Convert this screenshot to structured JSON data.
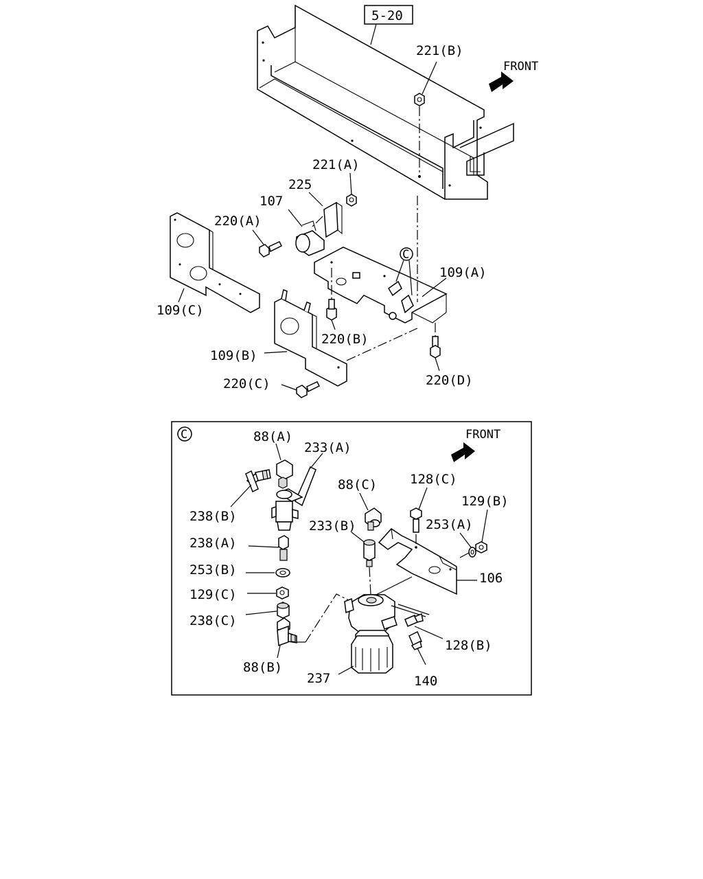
{
  "diagram": {
    "ref_box": "5-20",
    "front_label_top": "FRONT",
    "front_label_detail": "FRONT",
    "detail_marker": "C",
    "labels_main": {
      "p221b": "221(B)",
      "p221a": "221(A)",
      "p225": "225",
      "p107": "107",
      "p220a": "220(A)",
      "p109a": "109(A)",
      "p109c": "109(C)",
      "p220b": "220(B)",
      "p109b": "109(B)",
      "p220c": "220(C)",
      "p220d": "220(D)"
    },
    "labels_detail": {
      "p88a": "88(A)",
      "p233a": "233(A)",
      "p238b": "238(B)",
      "p88c": "88(C)",
      "p128c": "128(C)",
      "p129b": "129(B)",
      "p233b": "233(B)",
      "p253a": "253(A)",
      "p238a": "238(A)",
      "p253b": "253(B)",
      "p106": "106",
      "p129c": "129(C)",
      "p238c": "238(C)",
      "p128b": "128(B)",
      "p88b": "88(B)",
      "p237": "237",
      "p140": "140"
    }
  }
}
